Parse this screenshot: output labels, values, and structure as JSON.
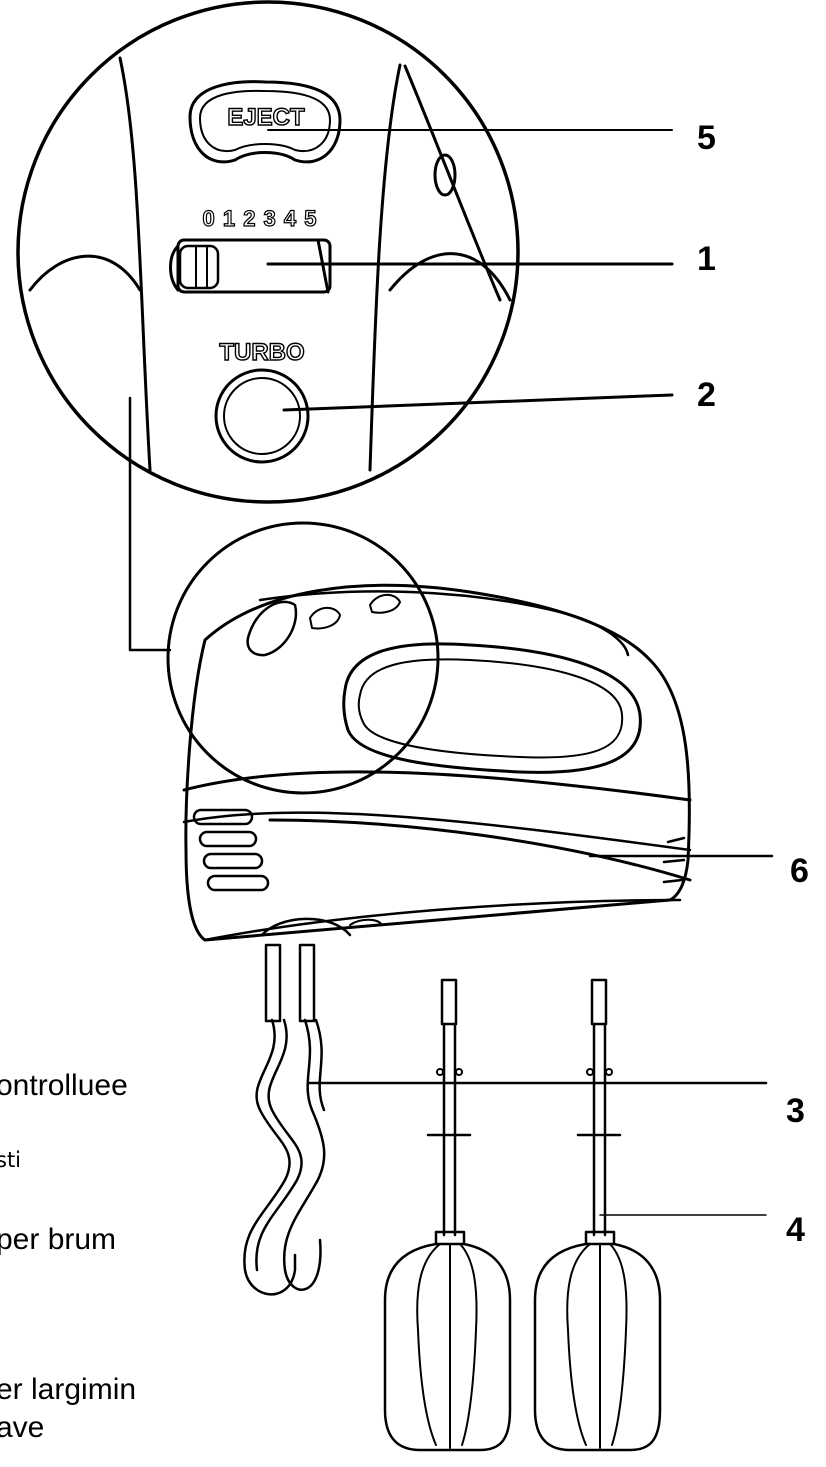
{
  "panel": {
    "eject_label": "EJECT",
    "speed_scale": "0 1 2 3 4 5",
    "turbo_label": "TURBO"
  },
  "callouts": {
    "n5": "5",
    "n1": "1",
    "n2": "2",
    "n6": "6",
    "n3": "3",
    "n4": "4"
  },
  "side_text": {
    "line1": "ontrolluee",
    "line2": "sti",
    "line3": "per brum",
    "line4": "er largimin",
    "line5": "ave"
  },
  "colors": {
    "line": "#000000",
    "background": "#ffffff"
  }
}
